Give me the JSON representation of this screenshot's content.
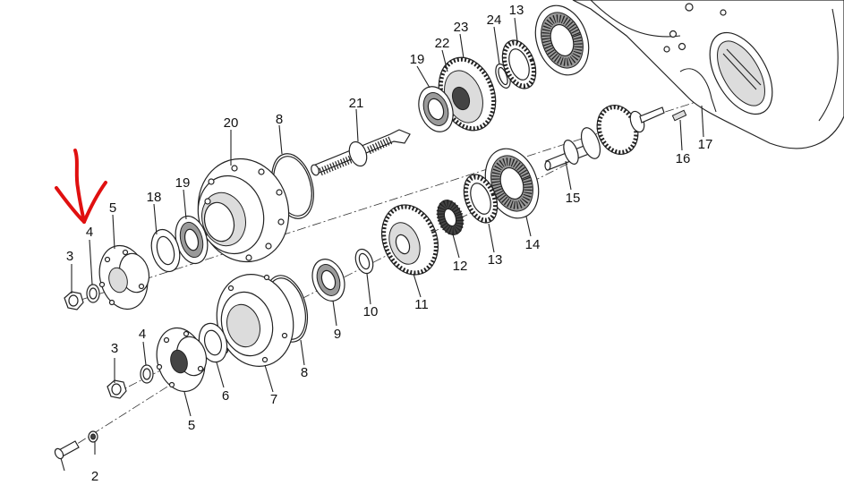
{
  "callouts": [
    {
      "id": "2"
    },
    {
      "id": "3a",
      "label": "3"
    },
    {
      "id": "3b",
      "label": "3"
    },
    {
      "id": "4a",
      "label": "4"
    },
    {
      "id": "4b",
      "label": "4"
    },
    {
      "id": "5a",
      "label": "5"
    },
    {
      "id": "5b",
      "label": "5"
    },
    {
      "id": "6"
    },
    {
      "id": "7"
    },
    {
      "id": "8a",
      "label": "8"
    },
    {
      "id": "8b",
      "label": "8"
    },
    {
      "id": "9"
    },
    {
      "id": "10"
    },
    {
      "id": "11"
    },
    {
      "id": "12"
    },
    {
      "id": "13a",
      "label": "13"
    },
    {
      "id": "13b",
      "label": "13"
    },
    {
      "id": "14"
    },
    {
      "id": "15"
    },
    {
      "id": "16"
    },
    {
      "id": "17"
    },
    {
      "id": "18"
    },
    {
      "id": "19a",
      "label": "19"
    },
    {
      "id": "19b",
      "label": "19"
    },
    {
      "id": "20"
    },
    {
      "id": "21"
    },
    {
      "id": "22"
    },
    {
      "id": "23"
    },
    {
      "id": "24"
    }
  ],
  "labels": {
    "c2": "2",
    "c3a": "3",
    "c3b": "3",
    "c4a": "4",
    "c4b": "4",
    "c5a": "5",
    "c5b": "5",
    "c6": "6",
    "c7": "7",
    "c8a": "8",
    "c8b": "8",
    "c9": "9",
    "c10": "10",
    "c11": "11",
    "c12": "12",
    "c13a": "13",
    "c13b": "13",
    "c14": "14",
    "c15": "15",
    "c16": "16",
    "c17": "17",
    "c18": "18",
    "c19a": "19",
    "c19b": "19",
    "c20": "20",
    "c21": "21",
    "c22": "22",
    "c23": "23",
    "c24": "24"
  },
  "colors": {
    "line": "#222222",
    "marker": "#e01010",
    "background": "#ffffff"
  },
  "annotation": {
    "type": "hand-drawn-arrow",
    "points_to_callout": "4"
  }
}
